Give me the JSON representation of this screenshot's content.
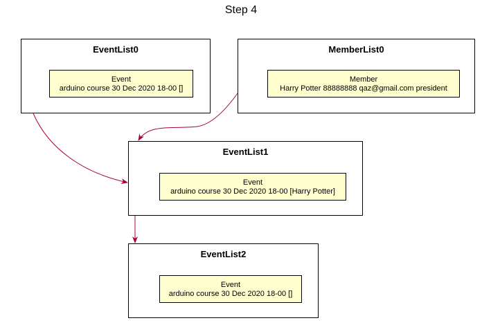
{
  "diagram": {
    "title": "Step 4",
    "frames": [
      {
        "name": "EventList0",
        "object": {
          "type": "Event",
          "value": "arduino course 30 Dec 2020 18-00 []"
        }
      },
      {
        "name": "MemberList0",
        "object": {
          "type": "Member",
          "value": "Harry Potter 88888888 qaz@gmail.com president"
        }
      },
      {
        "name": "EventList1",
        "object": {
          "type": "Event",
          "value": "arduino course 30 Dec 2020 18-00 [Harry Potter]"
        }
      },
      {
        "name": "EventList2",
        "object": {
          "type": "Event",
          "value": "arduino course 30 Dec 2020 18-00 []"
        }
      }
    ],
    "edges": [
      {
        "from": "EventList0",
        "to": "EventList1"
      },
      {
        "from": "MemberList0",
        "to": "EventList1"
      },
      {
        "from": "EventList1",
        "to": "EventList2"
      }
    ],
    "colors": {
      "edge": "#a80036",
      "object_fill": "#fefece",
      "border": "#000000"
    }
  }
}
